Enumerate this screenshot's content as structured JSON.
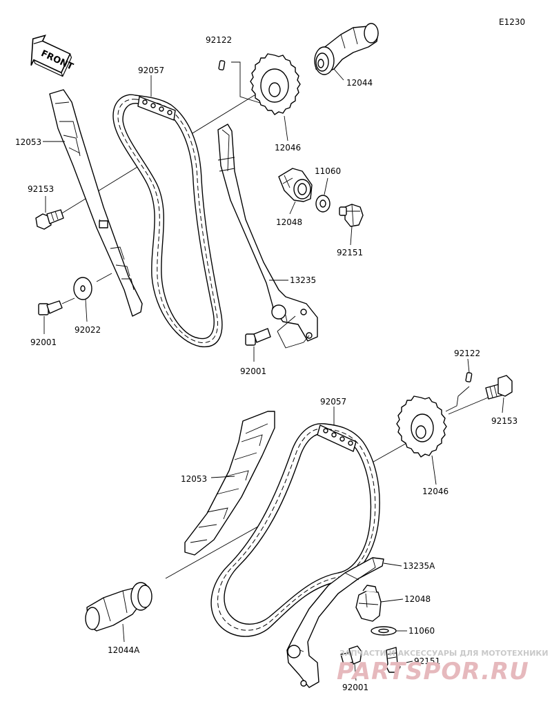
{
  "diagram_code": "E1230",
  "front_arrow_label": "FRONT",
  "labels": {
    "l_92122_top": "92122",
    "l_92057_top": "92057",
    "l_12044": "12044",
    "l_12053_top": "12053",
    "l_12046_top": "12046",
    "l_11060_top": "11060",
    "l_92153_top": "92153",
    "l_12048_top": "12048",
    "l_92151_top": "92151",
    "l_13235": "13235",
    "l_92022": "92022",
    "l_92001_left": "92001",
    "l_92001_mid": "92001",
    "l_92122_bot": "92122",
    "l_92057_bot": "92057",
    "l_92153_bot": "92153",
    "l_12053_bot": "12053",
    "l_12046_bot": "12046",
    "l_13235A": "13235A",
    "l_12048_bot": "12048",
    "l_11060_bot": "11060",
    "l_12044A": "12044A",
    "l_92151_bot": "92151",
    "l_92001_bot": "92001"
  },
  "watermark": {
    "caption": "ЗАПЧАСТИ И АКСЕССУАРЫ ДЛЯ МОТОТЕХНИКИ",
    "brand": "PARTSPOR.RU"
  }
}
